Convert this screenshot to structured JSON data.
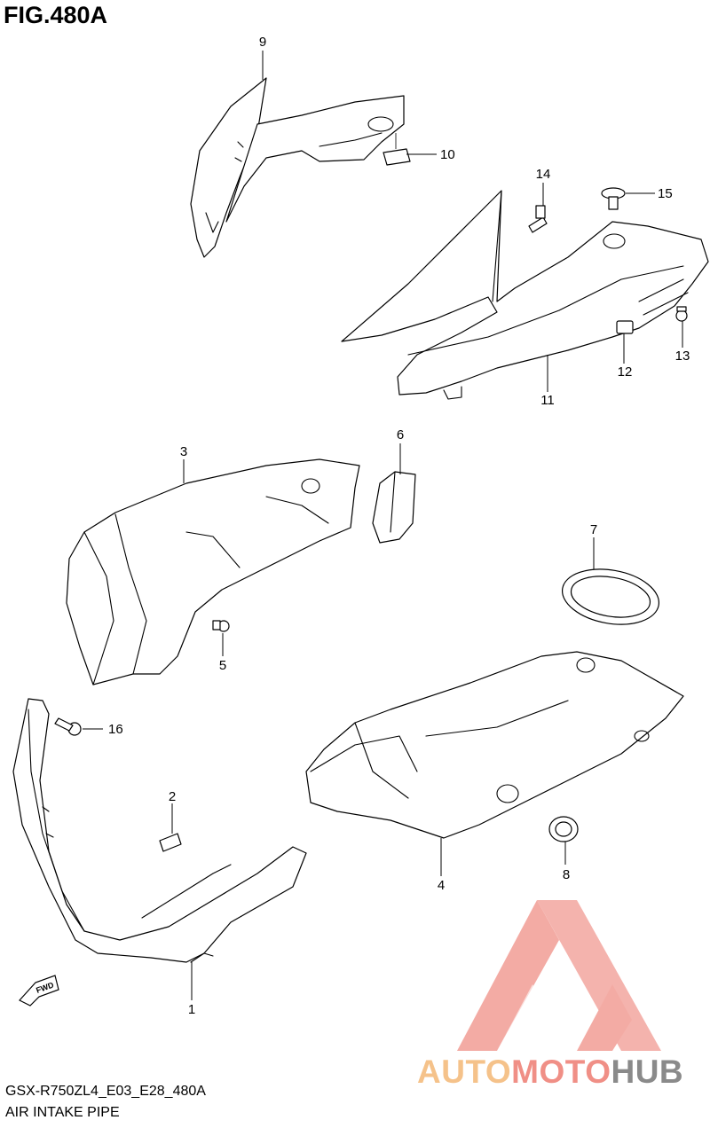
{
  "figure": {
    "title": "FIG.480A",
    "code": "GSX-R750ZL4_E03_E28_480A",
    "name": "AIR INTAKE PIPE"
  },
  "parts": [
    {
      "num": "1"
    },
    {
      "num": "2"
    },
    {
      "num": "3"
    },
    {
      "num": "4"
    },
    {
      "num": "5"
    },
    {
      "num": "6"
    },
    {
      "num": "7"
    },
    {
      "num": "8"
    },
    {
      "num": "9"
    },
    {
      "num": "10"
    },
    {
      "num": "11"
    },
    {
      "num": "12"
    },
    {
      "num": "13"
    },
    {
      "num": "14"
    },
    {
      "num": "15"
    },
    {
      "num": "16"
    }
  ],
  "fwd_label": "FWD",
  "watermark": {
    "part1": "AUTO",
    "part2": "MOTO",
    "part3": "HUB",
    "colors": {
      "auto": "#f5c28a",
      "moto": "#f08f86",
      "hub": "#8a8a8a",
      "logo": "#f08f86"
    }
  }
}
